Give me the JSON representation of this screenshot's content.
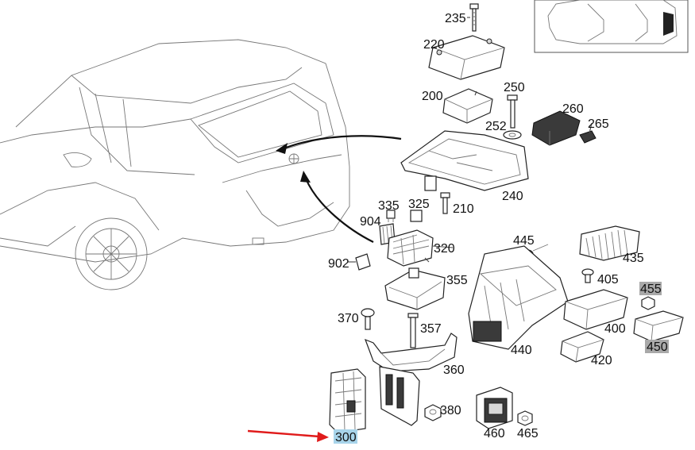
{
  "diagram": {
    "labels": [
      {
        "key": "p235",
        "text": "235"
      },
      {
        "key": "p220",
        "text": "220"
      },
      {
        "key": "p250",
        "text": "250"
      },
      {
        "key": "p200",
        "text": "200"
      },
      {
        "key": "p260",
        "text": "260"
      },
      {
        "key": "p252",
        "text": "252"
      },
      {
        "key": "p265",
        "text": "265"
      },
      {
        "key": "p240",
        "text": "240"
      },
      {
        "key": "p335",
        "text": "335"
      },
      {
        "key": "p325",
        "text": "325"
      },
      {
        "key": "p904",
        "text": "904"
      },
      {
        "key": "p210",
        "text": "210"
      },
      {
        "key": "p445",
        "text": "445"
      },
      {
        "key": "p435",
        "text": "435"
      },
      {
        "key": "p902",
        "text": "902"
      },
      {
        "key": "p320",
        "text": "320"
      },
      {
        "key": "p405",
        "text": "405"
      },
      {
        "key": "p455",
        "text": "455"
      },
      {
        "key": "p355",
        "text": "355"
      },
      {
        "key": "p370",
        "text": "370"
      },
      {
        "key": "p357",
        "text": "357"
      },
      {
        "key": "p400",
        "text": "400"
      },
      {
        "key": "p450",
        "text": "450"
      },
      {
        "key": "p440",
        "text": "440"
      },
      {
        "key": "p420",
        "text": "420"
      },
      {
        "key": "p360",
        "text": "360"
      },
      {
        "key": "p380",
        "text": "380"
      },
      {
        "key": "p460",
        "text": "460"
      },
      {
        "key": "p465",
        "text": "465"
      },
      {
        "key": "p300",
        "text": "300"
      }
    ],
    "highlights": {
      "blue": "#a8d4ea",
      "gray": "#a9a9a9"
    },
    "pointer_arrow_color": "#e01b1b"
  }
}
